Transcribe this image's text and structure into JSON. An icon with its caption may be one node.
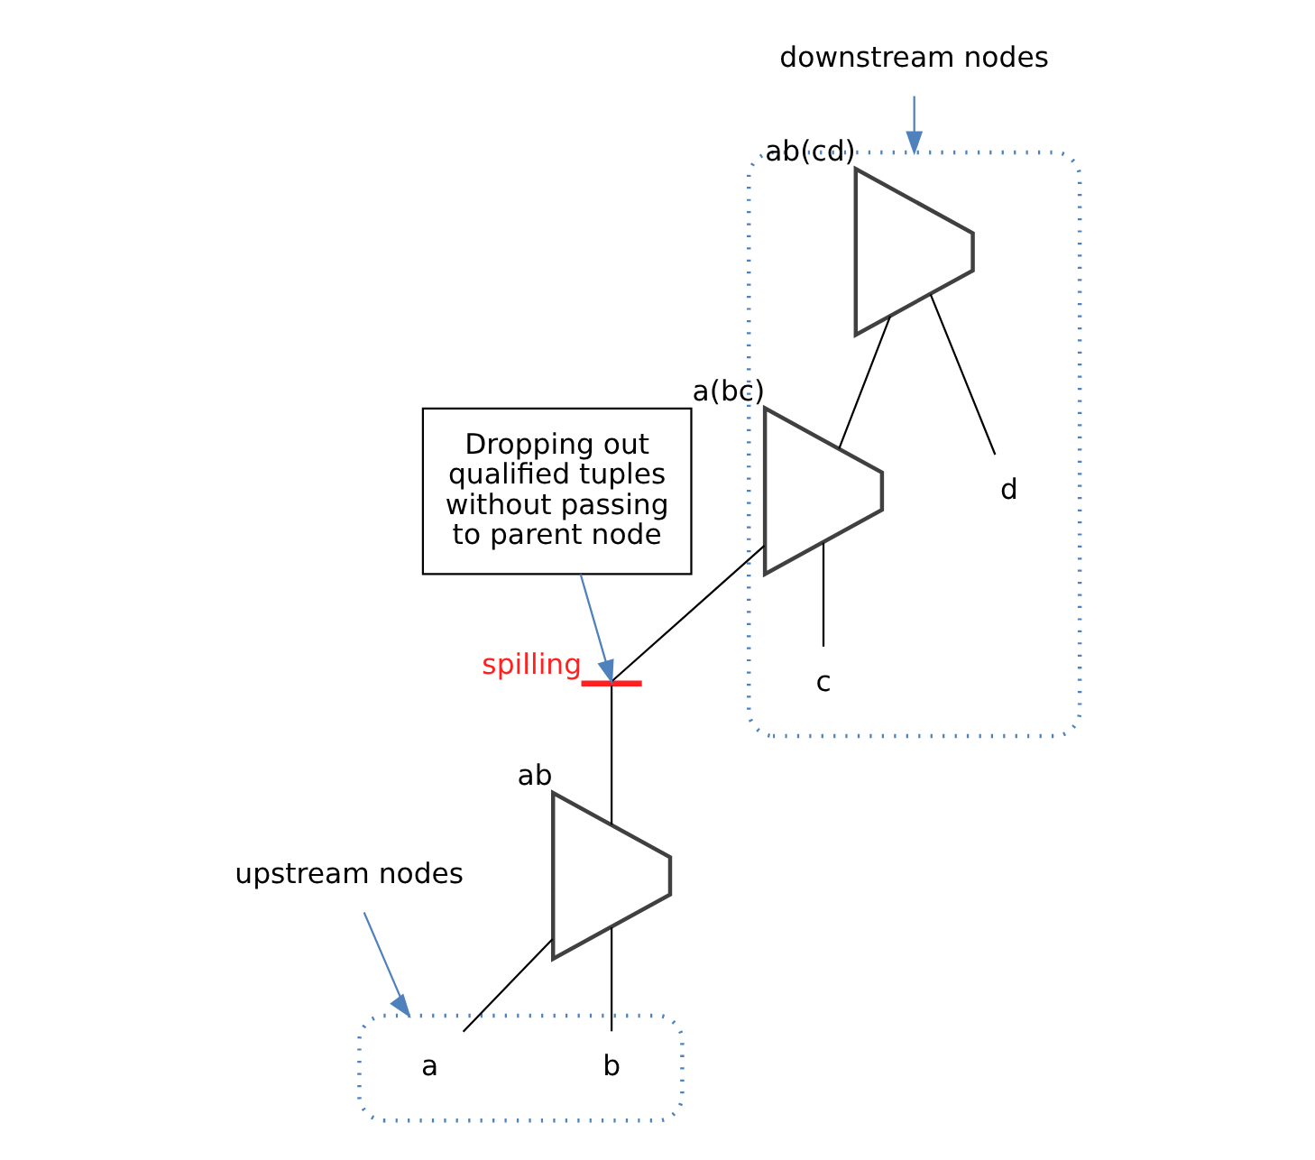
{
  "diagram": {
    "nodes": [
      {
        "text": [],
        "shape": "cloud"
      },
      {
        "text": [],
        "shape": "bowtie",
        "beside": [
          "ab(cd)"
        ],
        "in": 0
      },
      {
        "text": [],
        "shape": "bowtie",
        "beside": [
          "a(bc)"
        ],
        "in": 0
      },
      {
        "text": [
          "d"
        ],
        "in": 0
      },
      {
        "text": [
          "c"
        ],
        "in": 0
      },
      {
        "text": [],
        "shape": "bowtie",
        "beside": [
          "ab"
        ]
      },
      {
        "text": [],
        "shape": "cloud"
      },
      {
        "text": [
          "a"
        ],
        "in": 6
      },
      {
        "text": [
          "b"
        ],
        "in": 6
      },
      {
        "text": [
          "Dropping out qualified tuples without passing to parent node"
        ]
      },
      {
        "text": [
          "downstream nodes"
        ]
      },
      {
        "text": [
          "upstream nodes"
        ]
      },
      {
        "text": [],
        "shape": "bar",
        "beside": [
          "spilling"
        ]
      }
    ],
    "edges": [
      {
        "from": 1,
        "to": 2,
        "arrow": "none"
      },
      {
        "from": 1,
        "to": 3,
        "arrow": "none"
      },
      {
        "from": 2,
        "to": 4,
        "arrow": "none"
      },
      {
        "from": 2,
        "to": 12,
        "arrow": "none"
      },
      {
        "from": 12,
        "to": 5,
        "arrow": "none"
      },
      {
        "from": 5,
        "to": 7,
        "arrow": "none"
      },
      {
        "from": 5,
        "to": 8,
        "arrow": "none"
      },
      {
        "from": 9,
        "to": 12,
        "arrow": "to",
        "color": "#4f81bd"
      },
      {
        "from": 10,
        "to": 0,
        "arrow": "to",
        "color": "#4f81bd"
      },
      {
        "from": 11,
        "to": 6,
        "arrow": "to",
        "color": "#4f81bd"
      }
    ]
  }
}
